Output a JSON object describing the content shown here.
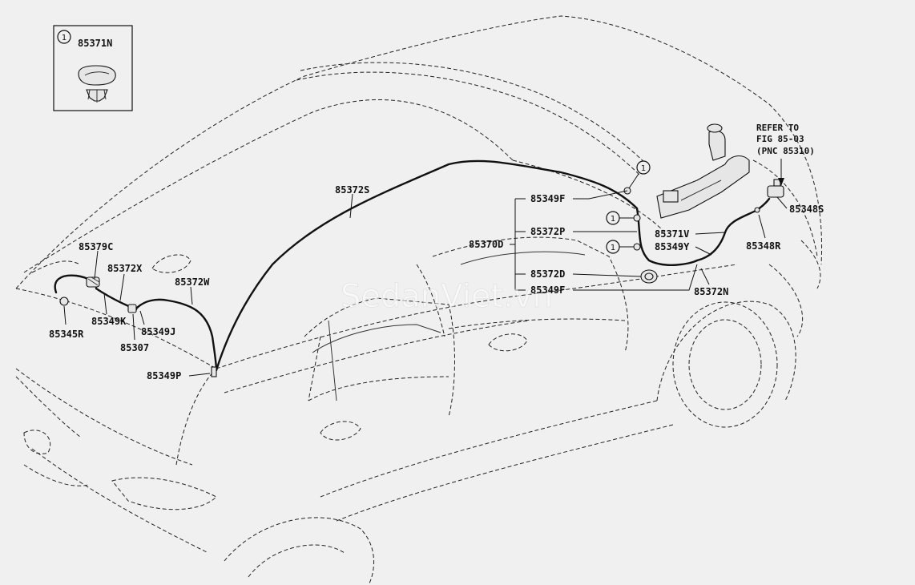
{
  "inset": {
    "marker": "1",
    "part": "85371N"
  },
  "callout_marker": "1",
  "reference_note": [
    "REFER TO",
    "FIG 85-03",
    "(PNC 85310)"
  ],
  "watermark": "SedanViet.vn",
  "parts": {
    "p85372S": "85372S",
    "p85379C": "85379C",
    "p85372X": "85372X",
    "p85372W": "85372W",
    "p85345R": "85345R",
    "p85349K": "85349K",
    "p85349J": "85349J",
    "p85307": "85307",
    "p85349P": "85349P",
    "p85349F_a": "85349F",
    "p85372P": "85372P",
    "p85370D": "85370D",
    "p85372D": "85372D",
    "p85349F_b": "85349F",
    "p85371V": "85371V",
    "p85349Y": "85349Y",
    "p85372N": "85372N",
    "p85348S": "85348S",
    "p85348R": "85348R"
  }
}
